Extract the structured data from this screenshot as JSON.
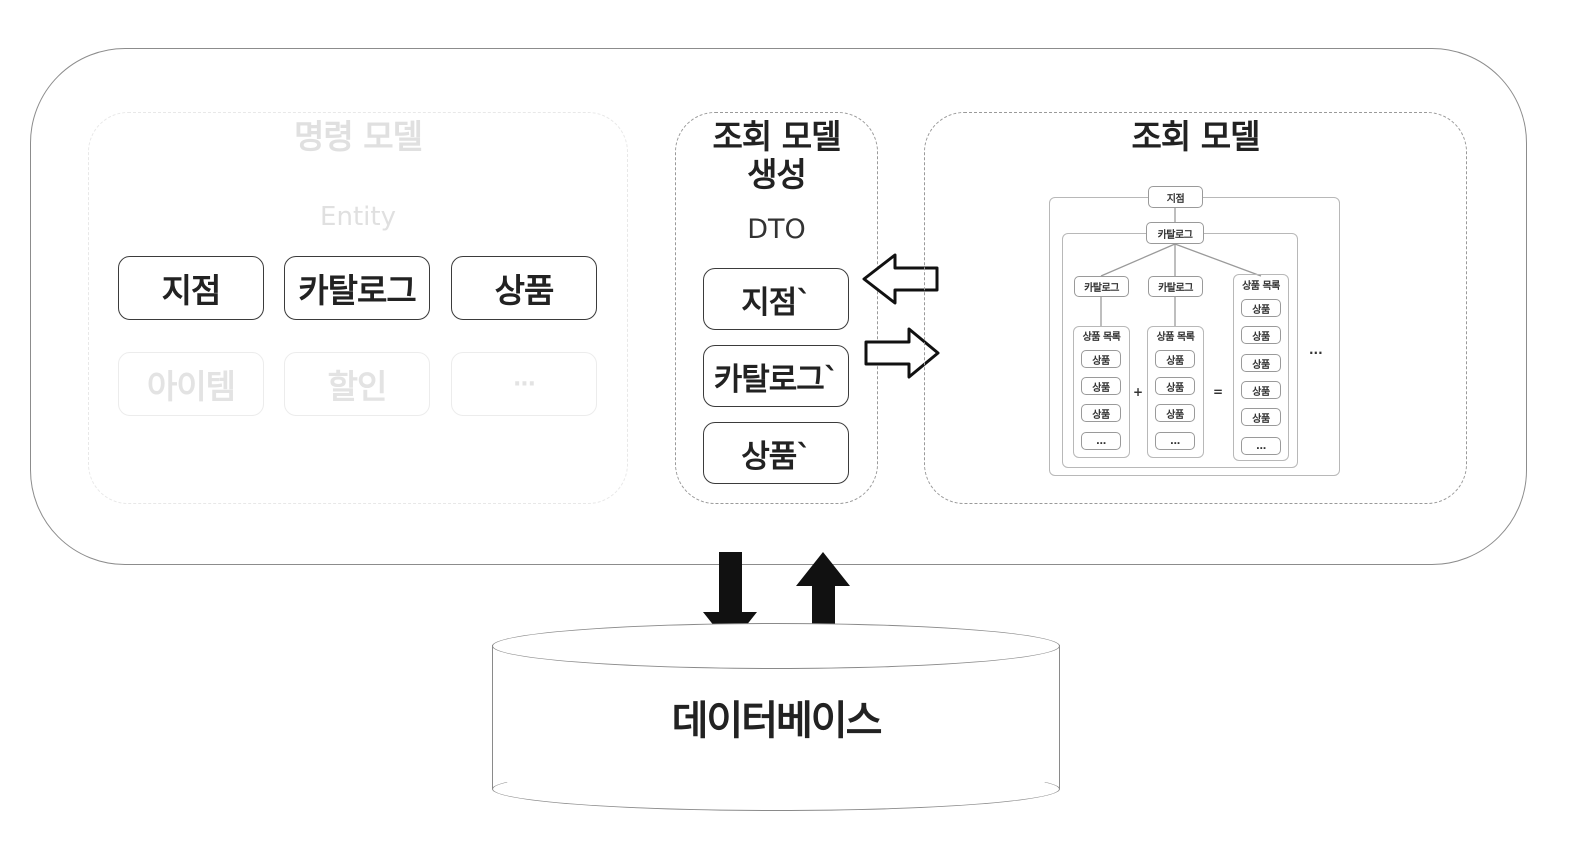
{
  "command_model": {
    "title": "명령 모델",
    "entity_label": "Entity",
    "entities": [
      "지점",
      "카탈로그",
      "상품"
    ],
    "faded_entities": [
      "아이템",
      "할인",
      "···"
    ]
  },
  "query_generator": {
    "title_line1": "조회 모델",
    "title_line2": "생성",
    "dto_label": "DTO",
    "dtos": [
      "지점`",
      "카탈로그`",
      "상품`"
    ]
  },
  "query_model": {
    "title": "조회 모델",
    "tree": {
      "root": "지점",
      "catalog": "카탈로그",
      "sub_catalogs": [
        "카탈로그",
        "카탈로그"
      ],
      "product_list_label": "상품 목록",
      "product": "상품",
      "more": "...",
      "plus": "+",
      "equals": "=",
      "side_more": "..."
    }
  },
  "database": {
    "label": "데이터베이스"
  }
}
